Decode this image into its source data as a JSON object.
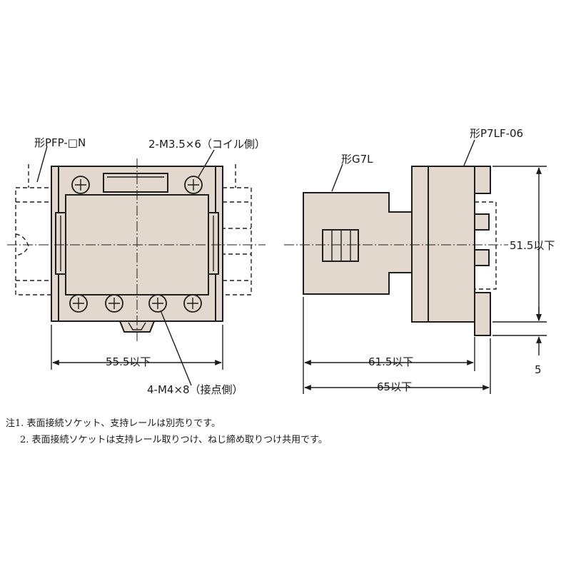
{
  "labels": {
    "socket_model": "形PFP-□N",
    "coil_screws": "2-M3.5×6（コイル側）",
    "contact_screws": "4-M4×8（接点側）",
    "relay_model": "形G7L",
    "socket_side_model": "形P7LF-06",
    "dim_width": "55.5以下",
    "dim_depth_body": "61.5以下",
    "dim_depth_total": "65以下",
    "dim_height": "51.5以下",
    "dim_offset": "5"
  },
  "notes": {
    "note1": "注1. 表面接続ソケット、支持レールは別売りです。",
    "note2": "2. 表面接続ソケットは支持レール取りつけ、ねじ締め取りつけ共用です。"
  }
}
